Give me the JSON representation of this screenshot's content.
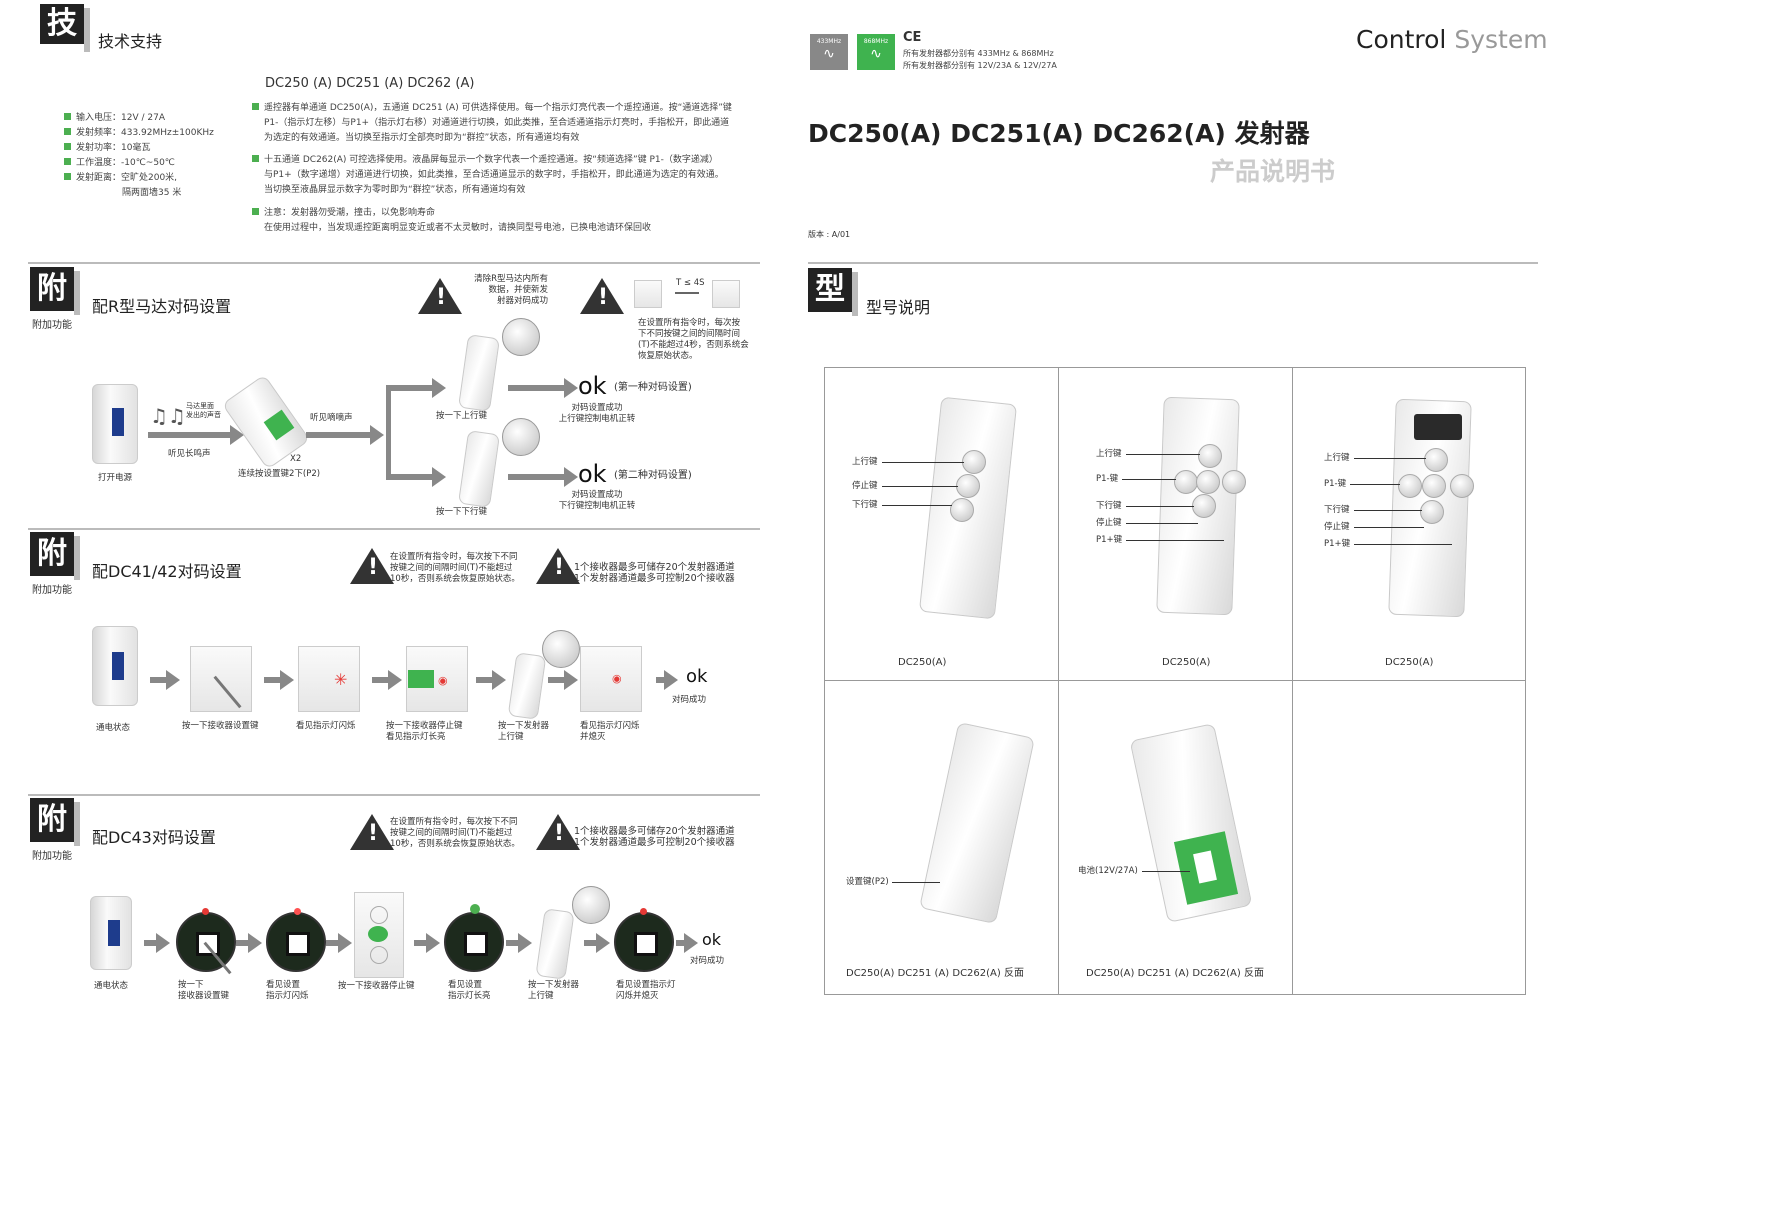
{
  "left": {
    "tech": {
      "icon_char": "技",
      "title": "技术支持",
      "models": "DC250 (A)   DC251 (A)   DC262 (A)",
      "specs": [
        "输入电压：12V / 27A",
        "发射频率：433.92MHz±100KHz",
        "发射功率：10毫瓦",
        "工作温度：-10℃~50℃",
        "发射距离：空旷处200米,"
      ],
      "spec_extra": "隔两面墙35 米",
      "para1_line1": "遥控器有单通道 DC250(A)，五通道 DC251 (A) 可供选择使用。每一个指示灯亮代表一个遥控通道。按“通道选择”键",
      "para1_line2": "P1-（指示灯左移）与P1+（指示灯右移）对通道进行切换，如此类推，至合适通道指示灯亮时，手指松开，即此通道",
      "para1_line3": "为选定的有效通道。当切换至指示灯全部亮时即为“群控”状态，所有通道均有效",
      "para2_line1": "十五通道 DC262(A) 可控选择使用。液晶屏每显示一个数字代表一个遥控通道。按“频道选择”键 P1-（数字递减）",
      "para2_line2": "与P1+（数字递增）对通道进行切换，如此类推，至合适通道显示的数字时，手指松开，即此通道为选定的有效通。",
      "para2_line3": "当切换至液晶屏显示数字为零时即为“群控”状态，所有通道均有效",
      "note_line1": "注意：发射器勿受潮，撞击，以免影响寿命",
      "note_line2": "在使用过程中，当发现遥控距离明显变近或者不太灵敏时，请换同型号电池，已换电池请环保回收"
    },
    "sec1": {
      "icon_char": "附",
      "icon_caption": "附加功能",
      "title": "配R型马达对码设置",
      "warn1_line1": "清除R型马达内所有",
      "warn1_line2": "数据，并使新发",
      "warn1_line3": "射器对码成功",
      "t_label": "T ≤ 4S",
      "warn2_line1": "在设置所有指令时，每次按",
      "warn2_line2": "下不同按键之间的间隔时间",
      "warn2_line3": "(T)不能超过4秒，否则系统会",
      "warn2_line4": "恢复原始状态。",
      "sound1_line1": "马达里面",
      "sound1_line2": "发出的声音",
      "long_beep": "听见长鸣声",
      "short_beep": "听见嘀嘀声",
      "power_on": "打开电源",
      "press_p2": "连续按设置键2下(P2)",
      "x2": "X2",
      "press_up": "按一下上行键",
      "press_down": "按一下下行键",
      "ok": "ok",
      "ok1_tag": "(第一种对码设置)",
      "ok1_line1": "对码设置成功",
      "ok1_line2": "上行键控制电机正转",
      "ok2_tag": "(第二种对码设置)",
      "ok2_line1": "对码设置成功",
      "ok2_line2": "下行键控制电机正转"
    },
    "sec2": {
      "icon_char": "附",
      "icon_caption": "附加功能",
      "title": "配DC41/42对码设置",
      "warn1_line1": "在设置所有指令时，每次按下不同",
      "warn1_line2": "按键之间的间隔时间(T)不能超过",
      "warn1_line3": "10秒，否则系统会恢复原始状态。",
      "warn2_line1": "1个接收器最多可储存20个发射器通道",
      "warn2_line2": "1个发射器通道最多可控制20个接收器",
      "step1": "通电状态",
      "step2": "按一下接收器设置键",
      "step3": "看见指示灯闪烁",
      "step4_line1": "按一下接收器停止键",
      "step4_line2": "看见指示灯长亮",
      "step5_line1": "按一下发射器",
      "step5_line2": "上行键",
      "step6_line1": "看见指示灯闪烁",
      "step6_line2": "并熄灭",
      "ok": "ok",
      "ok_caption": "对码成功"
    },
    "sec3": {
      "icon_char": "附",
      "icon_caption": "附加功能",
      "title": "配DC43对码设置",
      "warn1_line1": "在设置所有指令时，每次按下不同",
      "warn1_line2": "按键之间的间隔时间(T)不能超过",
      "warn1_line3": "10秒，否则系统会恢复原始状态。",
      "warn2_line1": "1个接收器最多可储存20个发射器通道",
      "warn2_line2": "1个发射器通道最多可控制20个接收器",
      "step1": "通电状态",
      "step2_line1": "按一下",
      "step2_line2": "接收器设置键",
      "step3_line1": "看见设置",
      "step3_line2": "指示灯闪烁",
      "step4": "按一下接收器停止键",
      "step5_line1": "看见设置",
      "step5_line2": "指示灯长亮",
      "step6_line1": "按一下发射器",
      "step6_line2": "上行键",
      "step7_line1": "看见设置指示灯",
      "step7_line2": "闪烁并熄灭",
      "ok": "ok",
      "ok_caption": "对码成功"
    }
  },
  "right": {
    "badge1": "433MHz",
    "badge2": "868MHz",
    "ce": "CE",
    "cert_line1": "所有发射器都分别有 433MHz & 868MHz",
    "cert_line2": "所有发射器都分别有 12V/23A & 12V/27A",
    "brand_a": "Control",
    "brand_b": "System",
    "main_title": "DC250(A) DC251(A) DC262(A) 发射器",
    "subtitle": "产品说明书",
    "version": "版本 : A/01",
    "type_icon": "型",
    "type_title": "型号说明",
    "cell1": {
      "caption": "DC250(A)",
      "up": "上行键",
      "stop": "停止键",
      "down": "下行键"
    },
    "cell2": {
      "caption": "DC250(A)",
      "up": "上行键",
      "p1m": "P1-键",
      "down": "下行键",
      "stop": "停止键",
      "p1p": "P1+键"
    },
    "cell3": {
      "caption": "DC250(A)",
      "up": "上行键",
      "p1m": "P1-键",
      "down": "下行键",
      "stop": "停止键",
      "p1p": "P1+键"
    },
    "cell4": {
      "caption": "DC250(A) DC251 (A) DC262(A) 反面",
      "p2": "设置键(P2)"
    },
    "cell5": {
      "caption": "DC250(A) DC251 (A) DC262(A) 反面",
      "battery": "电池(12V/27A)"
    }
  },
  "colors": {
    "accent_green": "#4caf50",
    "dark": "#222222",
    "divider": "#bbbbbb"
  }
}
